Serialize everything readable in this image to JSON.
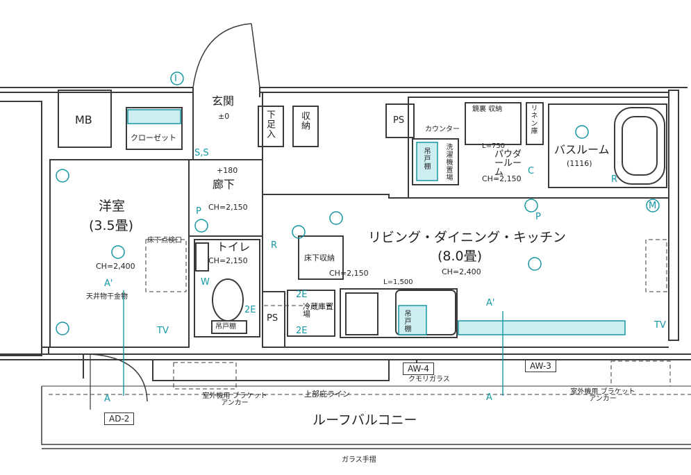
{
  "rooms": {
    "mb": "MB",
    "closet": "クローゼット",
    "genkan": "玄関",
    "genkan_level": "±0",
    "shoe_box": "下足入",
    "storage": "収納",
    "ps": "PS",
    "counter": "カウンター",
    "mirror_storage": "鏡裏 収納",
    "linen": "リネン庫",
    "laundry": "洗濯機置場",
    "hanging_shelf": "吊戸棚",
    "powder_room": "パウダールーム",
    "powder_ch": "CH=2,150",
    "l750": "L=750",
    "bathroom": "バスルーム",
    "bathroom_size": "(1116)",
    "hallway_level": "+180",
    "hallway": "廊下",
    "hallway_ch": "CH=2,150",
    "western": "洋室",
    "western_size": "(3.5畳)",
    "western_ch": "CH=2,400",
    "floor_hatch": "床下点検口",
    "ceiling_hanger": "天井物干金物",
    "toilet": "トイレ",
    "toilet_ch": "CH=2,150",
    "toilet_shelf": "吊戸棚",
    "ldk": "リビング・ダイニング・キッチン",
    "ldk_size": "(8.0畳)",
    "ldk_ch": "CH=2,400",
    "floor_storage": "床下収納",
    "kitchen_ch": "CH=2,150",
    "l1500": "L=1,500",
    "fridge": "冷蔵庫置場",
    "ps2": "PS",
    "kitchen_shelf": "吊戸棚"
  },
  "windows": {
    "ad2": "AD-2",
    "aw4": "AW-4",
    "aw3": "AW-3",
    "frosted": "クモリガラス"
  },
  "exterior": {
    "bracket_left": "室外機用 ブラケットアンカー",
    "bracket_right": "室外機用 ブラケットアンカー",
    "upper_floor_line": "上部庇ライン",
    "balcony": "ルーフバルコニー",
    "glass_railing": "ガラス手摺"
  },
  "markers": {
    "i": "I",
    "m": "M",
    "r1": "R",
    "r2": "R",
    "w": "W",
    "c": "C",
    "tv1": "TV",
    "tv2": "TV",
    "section_a_top_left": "A'",
    "section_a_bottom_left": "A",
    "section_a_top_right": "A'",
    "section_a_bottom_right": "A",
    "ss": "S,S",
    "se2": "2E",
    "se2b": "2E",
    "se2c": "2E",
    "p1": "P",
    "p2": "P"
  },
  "colors": {
    "line": "#3a3a3a",
    "accent": "#1597a4",
    "fixture_fill": "#cdeef1"
  }
}
